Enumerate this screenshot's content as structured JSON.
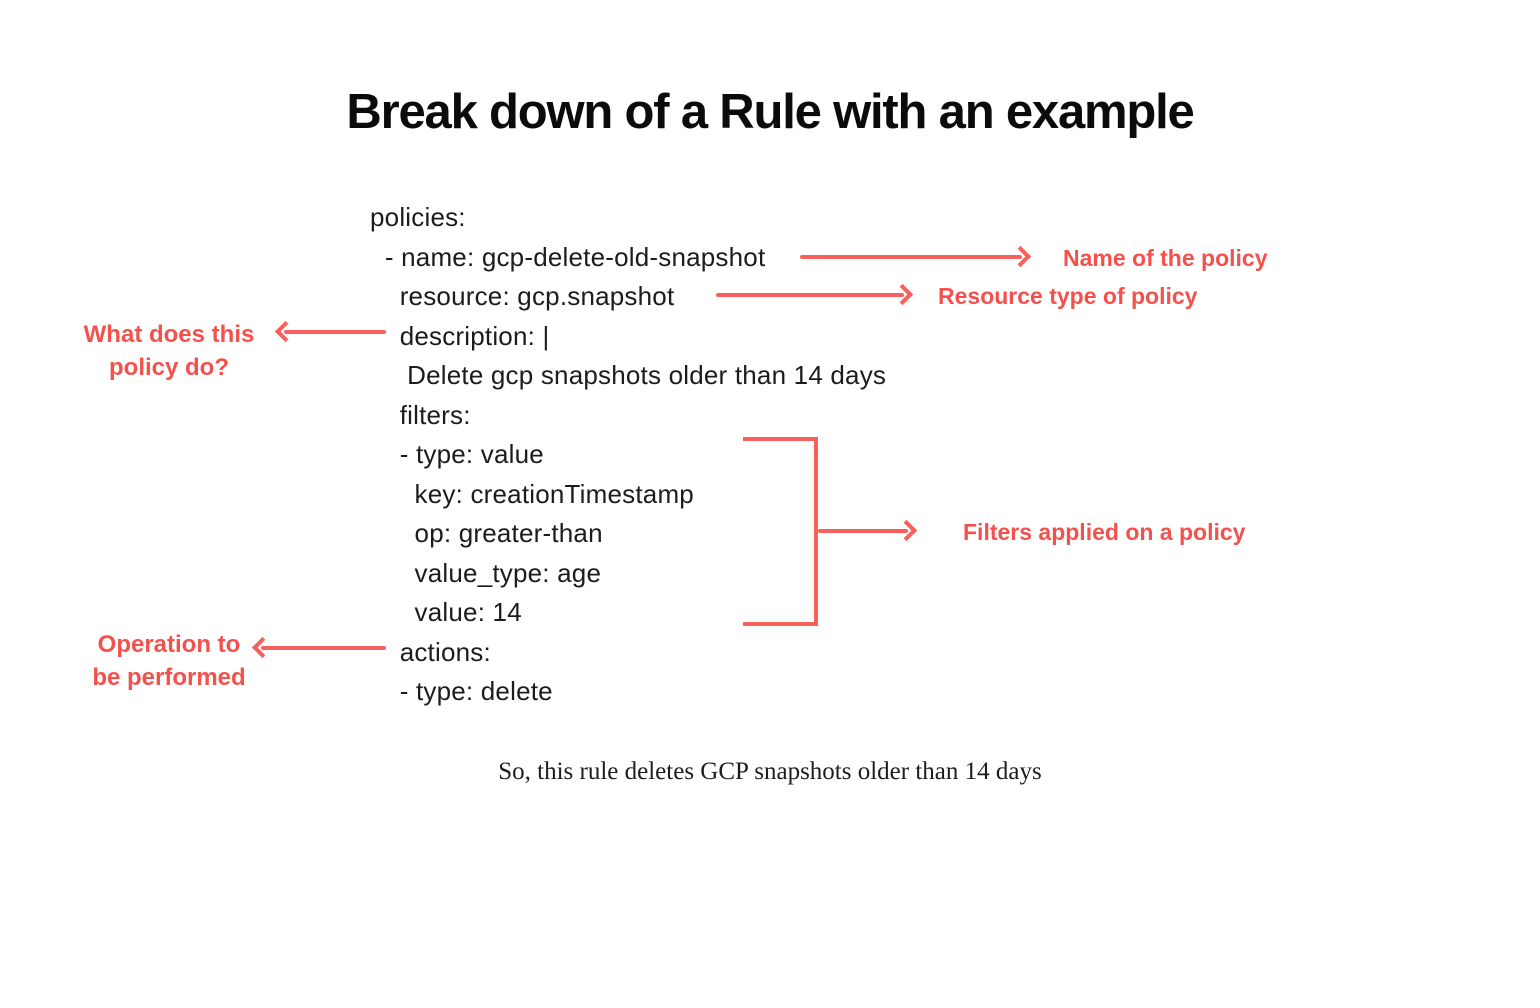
{
  "title": "Break down of a Rule with an example",
  "code": {
    "text": "policies:\n  - name: gcp-delete-old-snapshot\n    resource: gcp.snapshot\n    description: |\n     Delete gcp snapshots older than 14 days\n    filters:\n    - type: value\n      key: creationTimestamp\n      op: greater-than\n      value_type: age\n      value: 14\n    actions:\n    - type: delete"
  },
  "annotations": {
    "name": {
      "label": "Name of the policy"
    },
    "resource": {
      "label": "Resource type of policy"
    },
    "description": {
      "line1": "What does this",
      "line2": "policy do?"
    },
    "filters": {
      "label": "Filters applied on a policy"
    },
    "actions": {
      "line1": "Operation to",
      "line2": "be performed"
    }
  },
  "footer": {
    "text": "So, this rule deletes GCP snapshots older than 14 days"
  },
  "colors": {
    "accent_text": "#F4514D",
    "accent_arrow": "#F8605C",
    "text": "#1C1C1C",
    "background": "#FFFFFF"
  }
}
